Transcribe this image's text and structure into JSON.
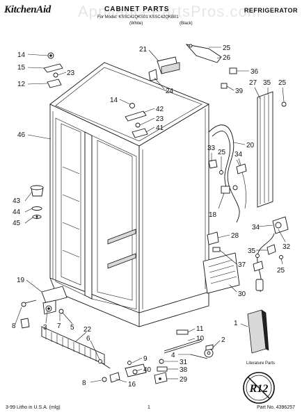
{
  "header": {
    "brand": "KitchenAid",
    "watermark": "AppliancePartsPros.com",
    "title": "CABINET PARTS",
    "appliance": "REFRIGERATOR",
    "for_models": "For Model: KSSC42QKS01 KSSC42QKB01",
    "variant_1": "(White)",
    "variant_2": "(Black)"
  },
  "callouts": [
    "14",
    "15",
    "23",
    "12",
    "46",
    "43",
    "44",
    "45",
    "19",
    "8",
    "3",
    "7",
    "5",
    "22",
    "6",
    "8",
    "16",
    "9",
    "40",
    "31",
    "38",
    "29",
    "11",
    "10",
    "4",
    "2",
    "21",
    "24",
    "25",
    "26",
    "14",
    "42",
    "23",
    "41",
    "36",
    "39",
    "27",
    "35",
    "25",
    "33",
    "25",
    "34",
    "20",
    "18",
    "28",
    "34",
    "32",
    "35",
    "37",
    "30",
    "25",
    "1"
  ],
  "literature_label": "Literature Parts",
  "badge_text": "R12",
  "footer": {
    "litho": "3-99 Litho in U.S.A. (mlg)",
    "page": "1",
    "part_no": "Part No. 4396257"
  }
}
